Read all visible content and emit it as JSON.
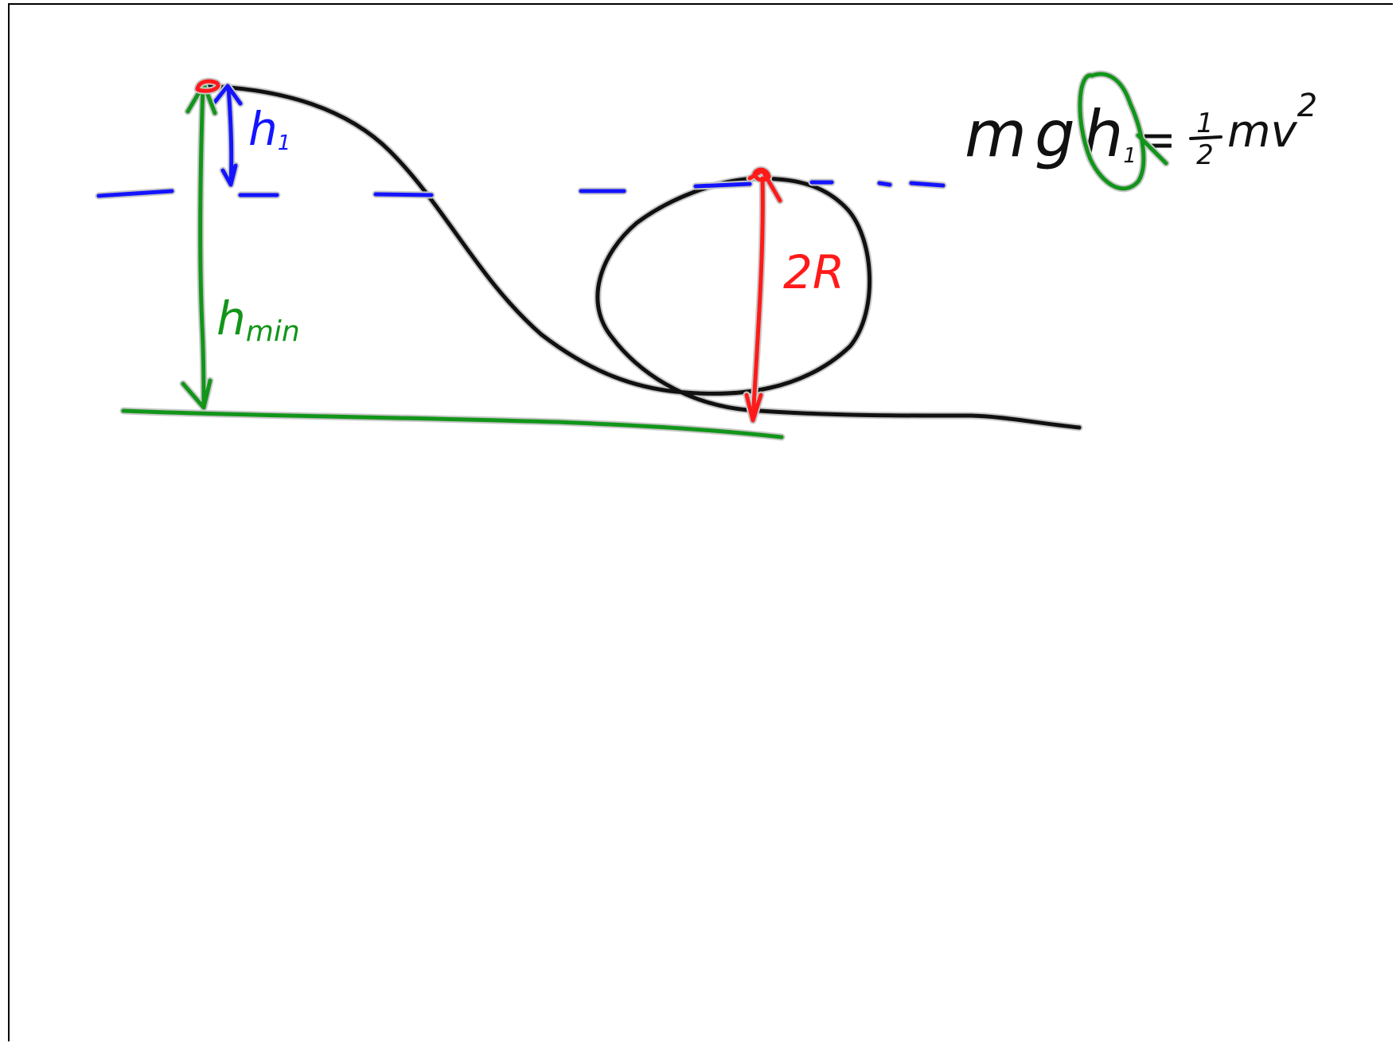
{
  "colors": {
    "track": "#111111",
    "halo": "#c8c8c8",
    "blue": "#1414ff",
    "green": "#12951a",
    "red": "#ff1a1a",
    "frame": "#000000"
  },
  "labels": {
    "h1": "h",
    "h1_sub": "1",
    "hmin": "h",
    "hmin_sub": "min",
    "diameter": "2R"
  },
  "equation": {
    "lhs_m": "m",
    "lhs_g": "g",
    "lhs_h": "h",
    "lhs_sub": "1",
    "equals": "=",
    "frac_num": "1",
    "frac_den": "2",
    "rhs": "mv",
    "rhs_exp": "2"
  }
}
